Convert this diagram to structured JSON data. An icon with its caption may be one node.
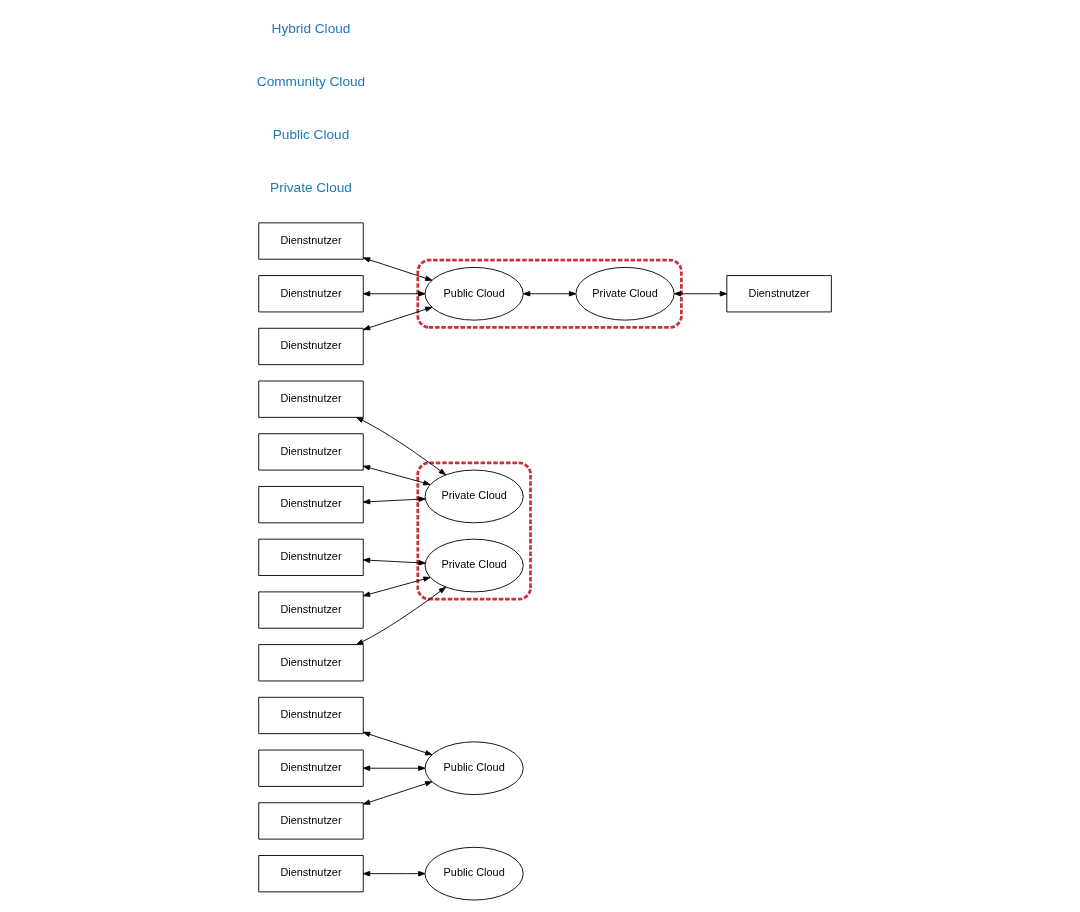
{
  "diagram": {
    "nodes": [
      {
        "text": [
          "Dienstnutzer"
        ]
      },
      {
        "text": [
          "Public Cloud"
        ]
      },
      {
        "text": [
          "Dienstnutzer"
        ]
      },
      {
        "text": [
          "Dienstnutzer"
        ]
      },
      {
        "text": [
          "Dienstnutzer"
        ]
      },
      {
        "text": [
          "Public Cloud"
        ]
      },
      {
        "text": [],
        "shape": "box"
      },
      {
        "text": [
          "Dienstnutzer"
        ]
      },
      {
        "text": [
          "Dienstnutzer"
        ]
      },
      {
        "text": [
          "Dienstnutzer"
        ]
      },
      {
        "text": [
          "Private Cloud"
        ],
        "in": 6
      },
      {
        "text": [
          "Dienstnutzer"
        ]
      },
      {
        "text": [
          "Dienstnutzer"
        ]
      },
      {
        "text": [
          "Dienstnutzer"
        ]
      },
      {
        "text": [
          "Private Cloud"
        ],
        "in": 6
      },
      {
        "text": [],
        "shape": "box"
      },
      {
        "text": [
          "Dienstnutzer"
        ]
      },
      {
        "text": [
          "Dienstnutzer"
        ]
      },
      {
        "text": [
          "Dienstnutzer"
        ]
      },
      {
        "text": [
          "Public Cloud"
        ],
        "in": 15
      },
      {
        "text": [
          "Private Cloud"
        ],
        "in": 15
      },
      {
        "text": [
          "Dienstnutzer"
        ]
      }
    ],
    "edges": [
      {
        "from": 0,
        "to": 1,
        "arrow": "both"
      },
      {
        "from": 2,
        "to": 5,
        "arrow": "both"
      },
      {
        "from": 3,
        "to": 5,
        "arrow": "both"
      },
      {
        "from": 4,
        "to": 5,
        "arrow": "both"
      },
      {
        "from": 7,
        "to": 10,
        "arrow": "both"
      },
      {
        "from": 8,
        "to": 10,
        "arrow": "both"
      },
      {
        "from": 9,
        "to": 10,
        "arrow": "both"
      },
      {
        "from": 11,
        "to": 14,
        "arrow": "both"
      },
      {
        "from": 12,
        "to": 14,
        "arrow": "both"
      },
      {
        "from": 13,
        "to": 14,
        "arrow": "both"
      },
      {
        "from": 16,
        "to": 19,
        "arrow": "both"
      },
      {
        "from": 17,
        "to": 19,
        "arrow": "both"
      },
      {
        "from": 18,
        "to": 19,
        "arrow": "both"
      },
      {
        "from": 19,
        "to": 20,
        "arrow": "both"
      },
      {
        "from": 20,
        "to": 21,
        "arrow": "both"
      }
    ],
    "labels": [
      "Private Cloud",
      "Public Cloud",
      "Community Cloud",
      "Hybrid Cloud"
    ]
  }
}
